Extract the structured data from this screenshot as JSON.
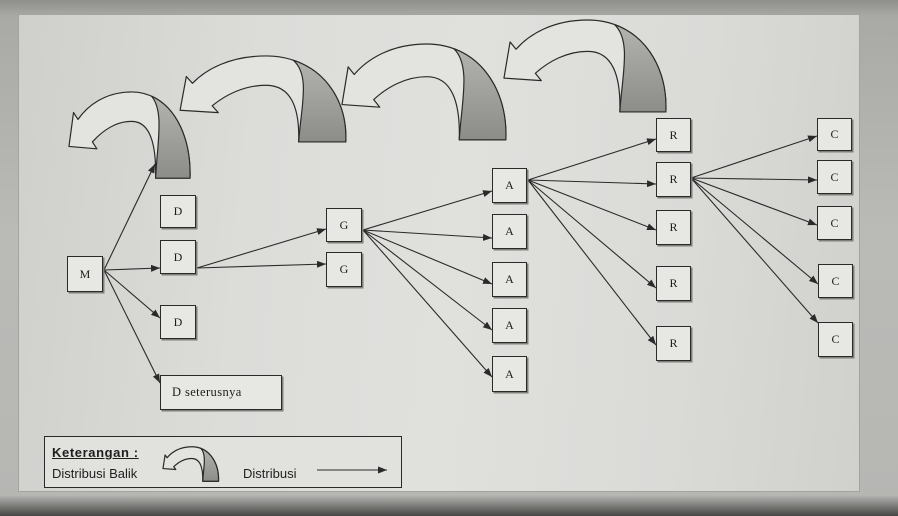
{
  "diagram": {
    "columns": [
      {
        "nodes": [
          "M"
        ]
      },
      {
        "nodes": [
          "D",
          "D",
          "D",
          "D seterusnya"
        ]
      },
      {
        "nodes": [
          "G",
          "G"
        ]
      },
      {
        "nodes": [
          "A",
          "A",
          "A",
          "A",
          "A"
        ]
      },
      {
        "nodes": [
          "R",
          "R",
          "R",
          "R",
          "R"
        ]
      },
      {
        "nodes": [
          "C",
          "C",
          "C",
          "C",
          "C"
        ]
      }
    ]
  },
  "legend": {
    "title": "Keterangan :",
    "reverse_distribution": {
      "label": "Distribusi Balik",
      "icon": "curved-return-arrow-icon"
    },
    "distribution": {
      "label": "Distribusi",
      "icon": "arrow-right-icon"
    }
  },
  "colors": {
    "ink": "#2a2a2a",
    "reverse_arrow_shade": "#8c8c88",
    "paper": "#dcdcd9"
  }
}
